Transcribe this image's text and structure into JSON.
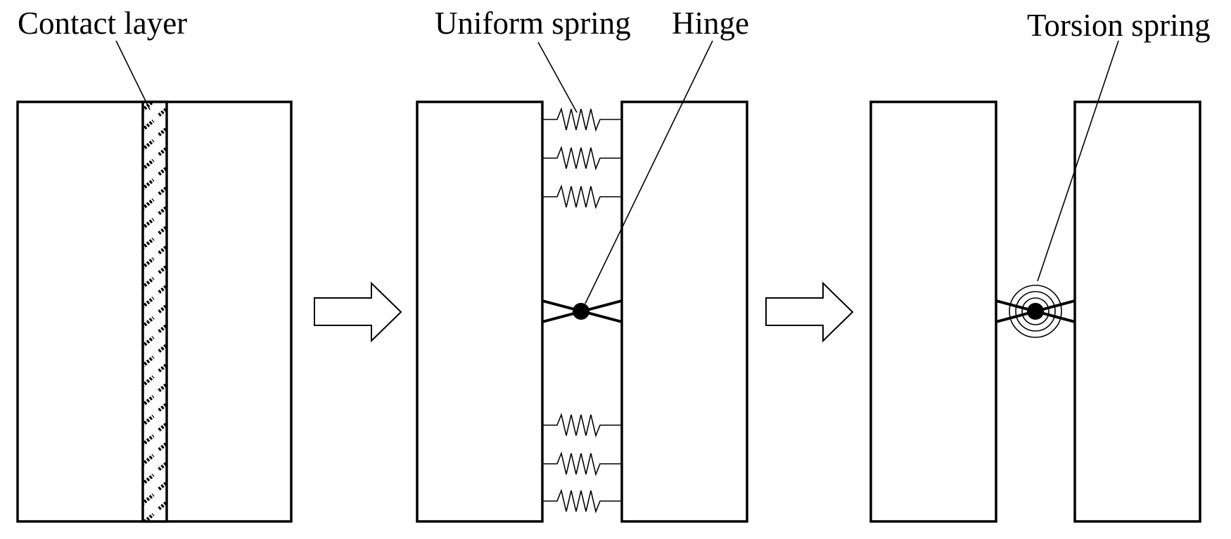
{
  "labels": {
    "contact_layer": "Contact layer",
    "uniform_spring": "Uniform spring",
    "hinge": "Hinge",
    "torsion_spring": "Torsion spring"
  },
  "colors": {
    "stroke": "#000000",
    "background": "#ffffff"
  },
  "panels": [
    "contact-layer-model",
    "spring-hinge-model",
    "torsion-spring-model"
  ]
}
